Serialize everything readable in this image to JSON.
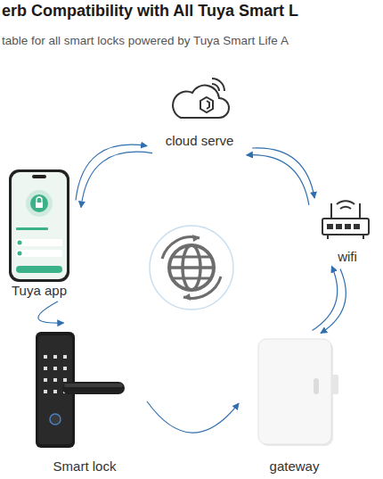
{
  "diagram": {
    "title": "erb Compatibility with All Tuya Smart L",
    "nodes": [
      {
        "text": [
          "cloud serve"
        ]
      },
      {
        "text": [
          "Tuya app"
        ]
      },
      {
        "text": [
          "wifi"
        ]
      },
      {
        "text": [
          "Smart lock"
        ]
      },
      {
        "text": [
          "gateway"
        ]
      }
    ],
    "edges": [
      {
        "from": 1,
        "to": 0,
        "arrow": "to"
      },
      {
        "from": 0,
        "to": 1,
        "arrow": "to"
      },
      {
        "from": 0,
        "to": 2,
        "arrow": "to"
      },
      {
        "from": 2,
        "to": 0,
        "arrow": "to"
      },
      {
        "from": 2,
        "to": 4,
        "arrow": "to"
      },
      {
        "from": 4,
        "to": 2,
        "arrow": "to"
      },
      {
        "from": 1,
        "to": 3,
        "arrow": "to"
      },
      {
        "from": 3,
        "to": 4,
        "arrow": "to"
      }
    ],
    "labels": [
      "table for all smart locks powered by Tuya Smart Life A"
    ]
  }
}
